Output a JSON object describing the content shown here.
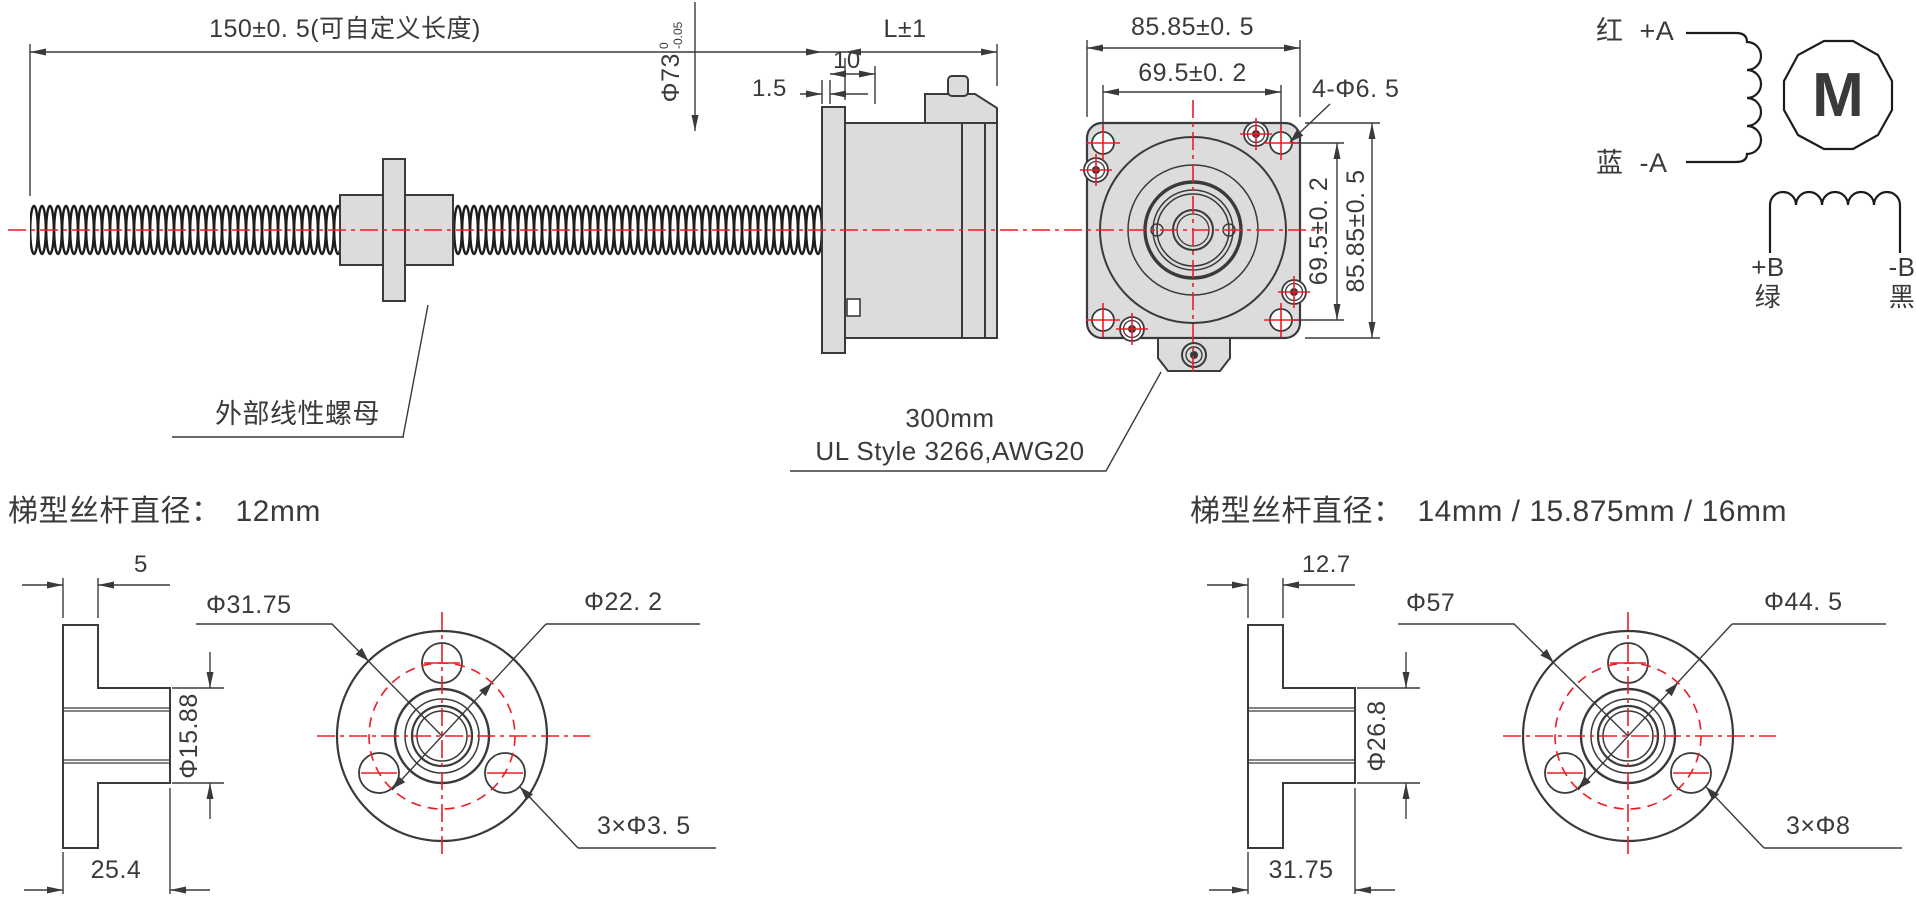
{
  "colors": {
    "line": "#3a3a3a",
    "red": "#ed1c24",
    "fill": "#dcdcdc"
  },
  "assembly": {
    "screw_length_dim": "150±0. 5(可自定义长度)",
    "shaft_dia": "Φ73",
    "shaft_tol_top": "0",
    "shaft_tol_bottom": "-0.05",
    "plate_thickness_dim": "1.5",
    "pilot_depth_dim": "10",
    "motor_length_dim": "L±1",
    "nut_label": "外部线性螺母",
    "cable_length": "300mm",
    "cable_spec": "UL Style 3266,AWG20",
    "front_width_dim": "85.85±0. 5",
    "front_hole_spacing_dim": "69.5±0. 2",
    "corner_holes_label": "4-Φ6. 5",
    "side_hole_spacing_dim": "69.5±0. 2",
    "side_height_dim": "85.85±0. 5"
  },
  "wiring": {
    "red_wire": "红",
    "a_plus": "+A",
    "blue_wire": "蓝",
    "a_minus": "-A",
    "motor_symbol": "M",
    "b_plus": "+B",
    "green_wire": "绿",
    "b_minus": "-B",
    "black_wire": "黑"
  },
  "flange_small": {
    "title": "梯型丝杆直径：",
    "sizes": "12mm",
    "flange_thickness_dim": "5",
    "outer_dia_label": "Φ31.75",
    "bolt_circle_label": "Φ22. 2",
    "boss_dia_dim": "Φ15.88",
    "total_length_dim": "25.4",
    "holes_label": "3×Φ3. 5"
  },
  "flange_large": {
    "title": "梯型丝杆直径：",
    "sizes": "14mm / 15.875mm / 16mm",
    "flange_thickness_dim": "12.7",
    "outer_dia_label": "Φ57",
    "bolt_circle_label": "Φ44. 5",
    "boss_dia_dim": "Φ26.8",
    "total_length_dim": "31.75",
    "holes_label": "3×Φ8"
  }
}
